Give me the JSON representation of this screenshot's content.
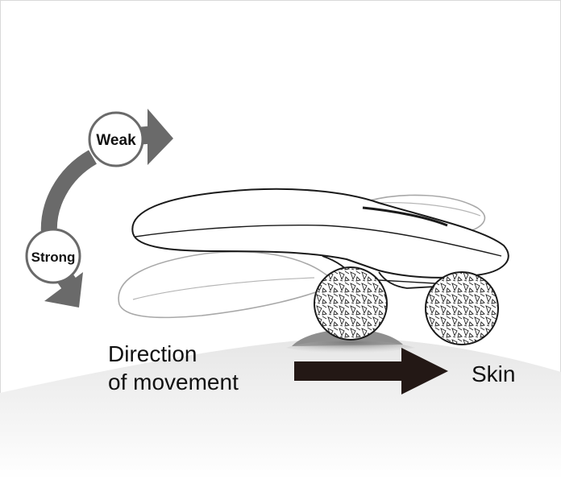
{
  "labels": {
    "weak": "Weak",
    "strong": "Strong",
    "direction_line1": "Direction",
    "direction_line2": "of movement",
    "skin": "Skin"
  },
  "colors": {
    "arrow_gray": "#6a6a6a",
    "direction_arrow": "#231815",
    "skin_light": "#f2f2f2",
    "skin_shadow": "#9a9a9a",
    "device_outline": "#1a1a1a",
    "ghost_outline": "#a8a8a8"
  }
}
